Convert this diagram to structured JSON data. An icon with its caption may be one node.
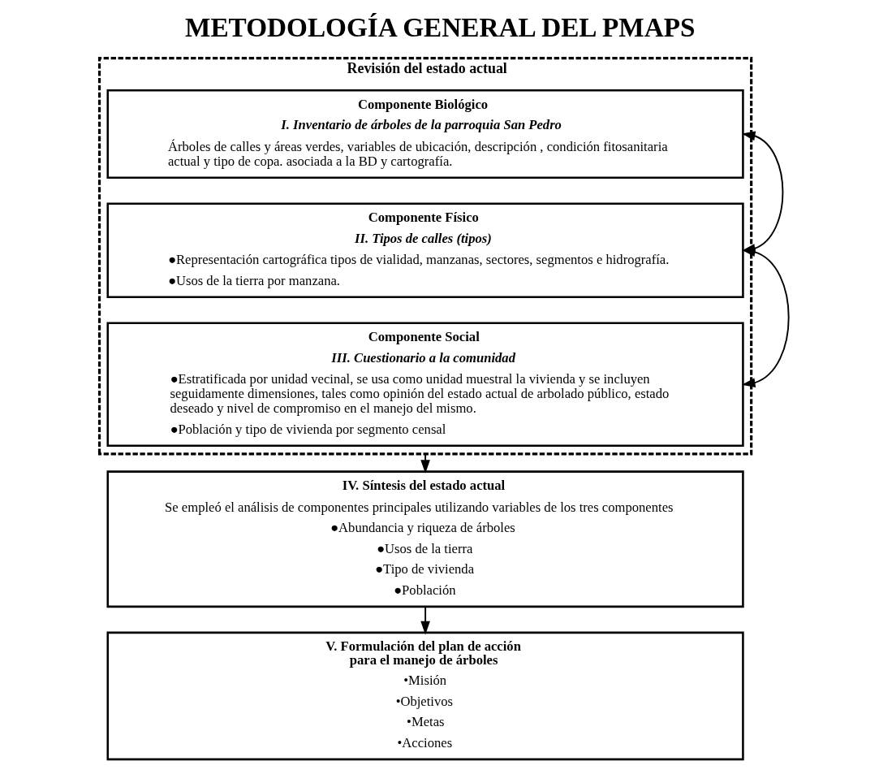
{
  "diagram": {
    "title": "METODOLOGÍA GENERAL DEL PMAPS",
    "nodes": [
      {
        "text": [
          "Revisión del estado actual"
        ]
      },
      {
        "text": [
          "Componente Biológico",
          "I. Inventario de árboles de la parroquia San Pedro",
          "Árboles de calles y áreas verdes, variables de ubicación, descripción , condición fitosanitaria actual y tipo de copa. asociada a la BD y cartografía."
        ],
        "in": 0
      },
      {
        "text": [
          "Componente Físico",
          "II. Tipos de calles (tipos)",
          "●Representación cartográfica tipos de vialidad, manzanas, sectores, segmentos e hidrografía.",
          "●Usos de la tierra por manzana."
        ],
        "in": 0
      },
      {
        "text": [
          "Componente Social",
          "III. Cuestionario a la comunidad",
          "●Estratificada por unidad vecinal, se usa como unidad muestral la vivienda y se incluyen seguidamente dimensiones, tales como opinión del estado actual de arbolado público, estado deseado y nivel de compromiso en el manejo del mismo.",
          "●Población y tipo de vivienda por segmento censal"
        ],
        "in": 0
      },
      {
        "text": [
          "IV. Síntesis del estado actual",
          "Se empleó el análisis de componentes principales utilizando variables de los tres componentes",
          "●Abundancia y riqueza de árboles",
          "●Usos de la tierra",
          "●Tipo de vivienda",
          "●Población"
        ]
      },
      {
        "text": [
          "V. Formulación del plan de acción para el manejo de árboles",
          "•Misión",
          "•Objetivos",
          "•Metas",
          "•Acciones"
        ]
      }
    ],
    "edges": [
      {
        "from": 0,
        "to": 4,
        "arrow": "to"
      },
      {
        "from": 4,
        "to": 5,
        "arrow": "to"
      },
      {
        "from": 1,
        "to": 2,
        "arrow": "both"
      },
      {
        "from": 2,
        "to": 3,
        "arrow": "both"
      }
    ]
  }
}
